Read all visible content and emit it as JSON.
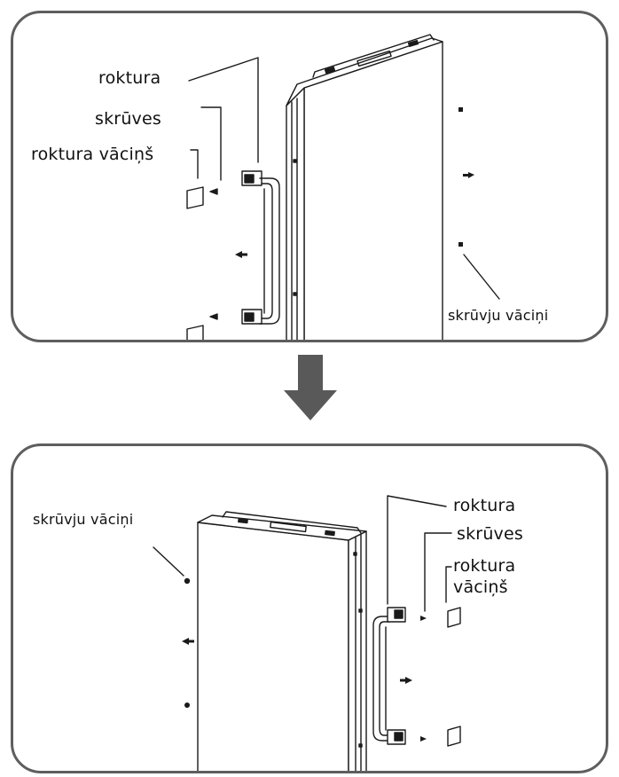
{
  "top_panel": {
    "label_handle": "roktura",
    "label_screws": "skrūves",
    "label_handle_cap": "roktura vāciņš",
    "label_screw_caps": "skrūvju vāciņi"
  },
  "bottom_panel": {
    "label_screw_caps": "skrūvju vāciņi",
    "label_handle": "roktura",
    "label_screws": "skrūves",
    "label_handle_cap_line1": "roktura",
    "label_handle_cap_line2": "vāciņš"
  },
  "colors": {
    "border": "#5e5e5e",
    "arrow": "#595959",
    "line": "#1a1a1a",
    "text": "#111111"
  }
}
